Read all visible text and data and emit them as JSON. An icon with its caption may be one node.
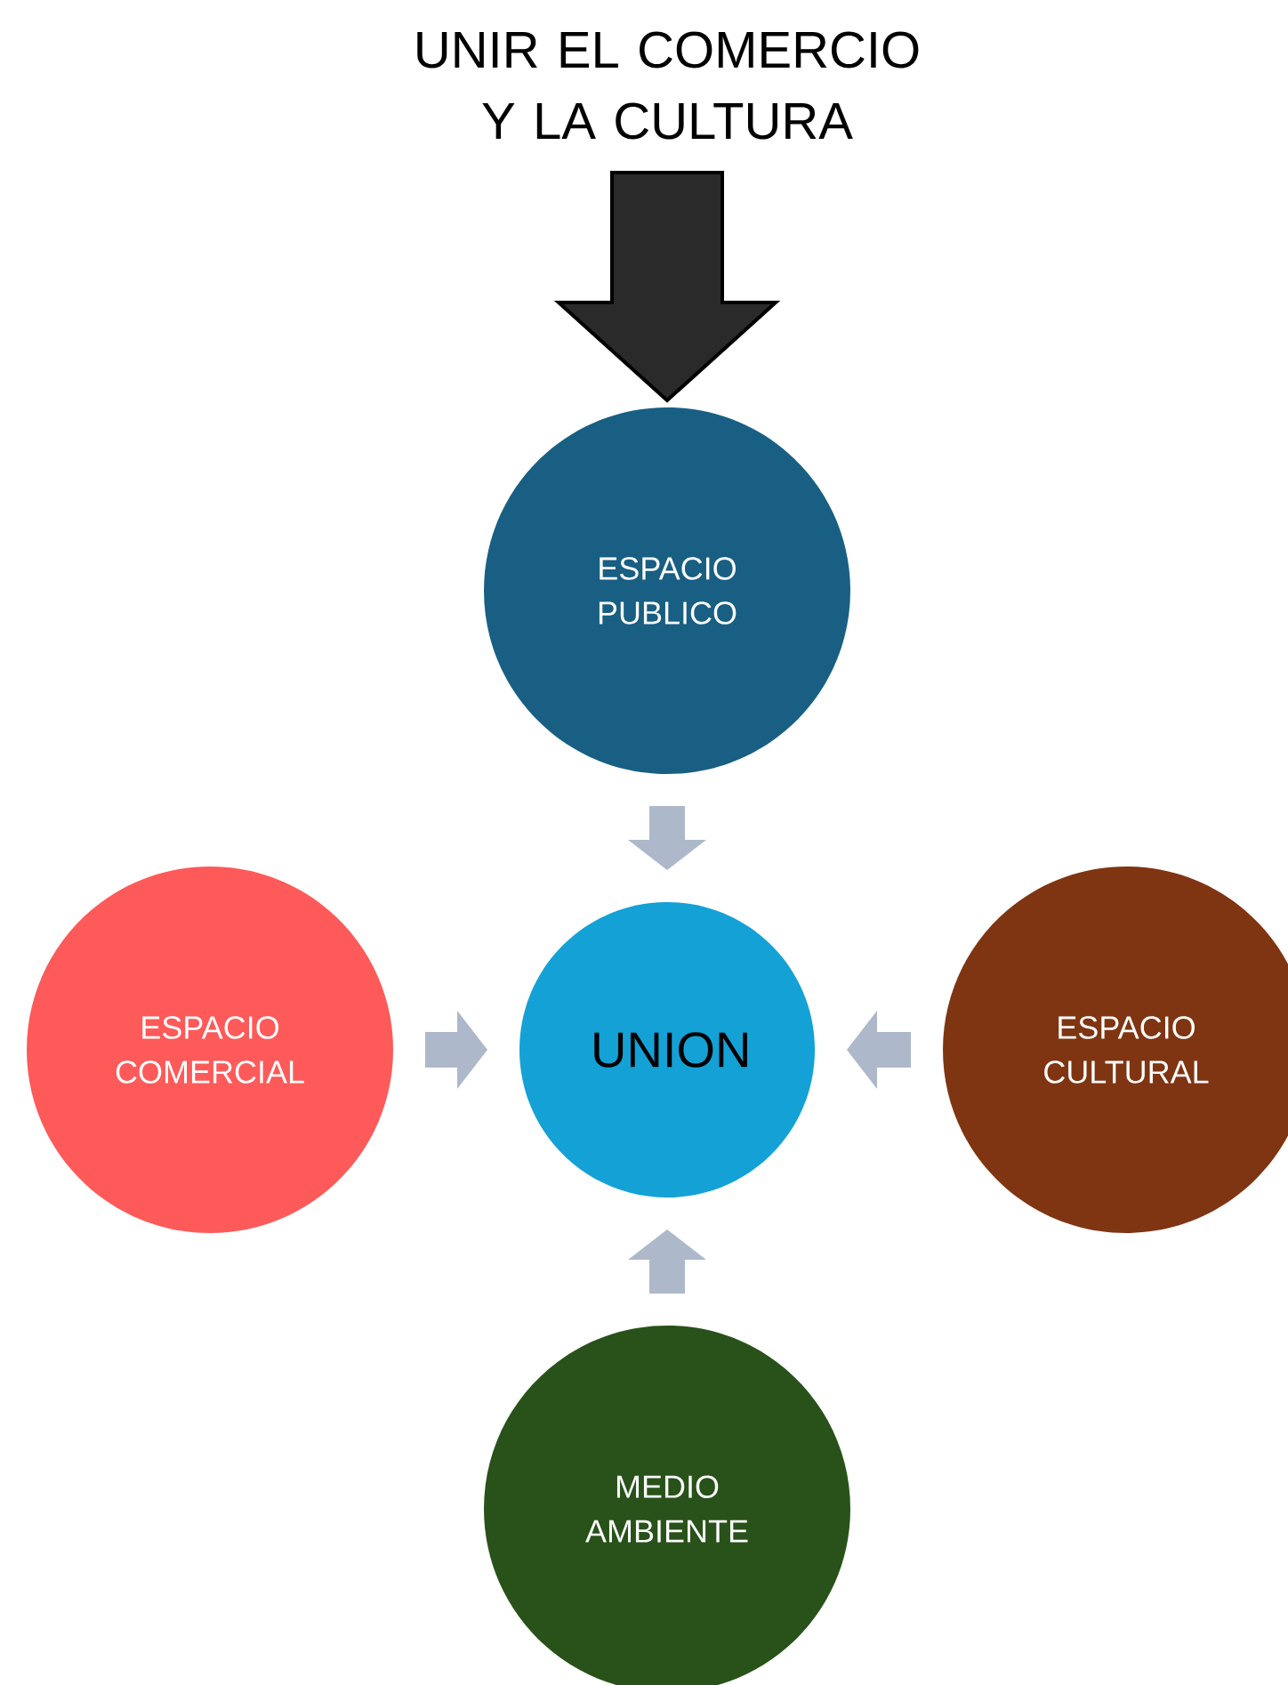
{
  "diagram": {
    "nodes": [
      {
        "text": [
          "UNIR EL COMERCIO Y LA CULTURA"
        ]
      },
      {
        "text": [
          "ESPACIO PUBLICO"
        ]
      },
      {
        "text": [
          "ESPACIO COMERCIAL"
        ]
      },
      {
        "text": [
          "UNION"
        ]
      },
      {
        "text": [
          "ESPACIO CULTURAL"
        ]
      },
      {
        "text": [
          "MEDIO AMBIENTE"
        ]
      }
    ],
    "edges": [
      {
        "from": 0,
        "to": 1,
        "arrow": "to",
        "style": "thick",
        "color": "#2a2a2a"
      },
      {
        "from": 1,
        "to": 3,
        "arrow": "to"
      },
      {
        "from": 2,
        "to": 3,
        "arrow": "to"
      },
      {
        "from": 4,
        "to": 3,
        "arrow": "to"
      },
      {
        "from": 5,
        "to": 3,
        "arrow": "to"
      }
    ]
  }
}
